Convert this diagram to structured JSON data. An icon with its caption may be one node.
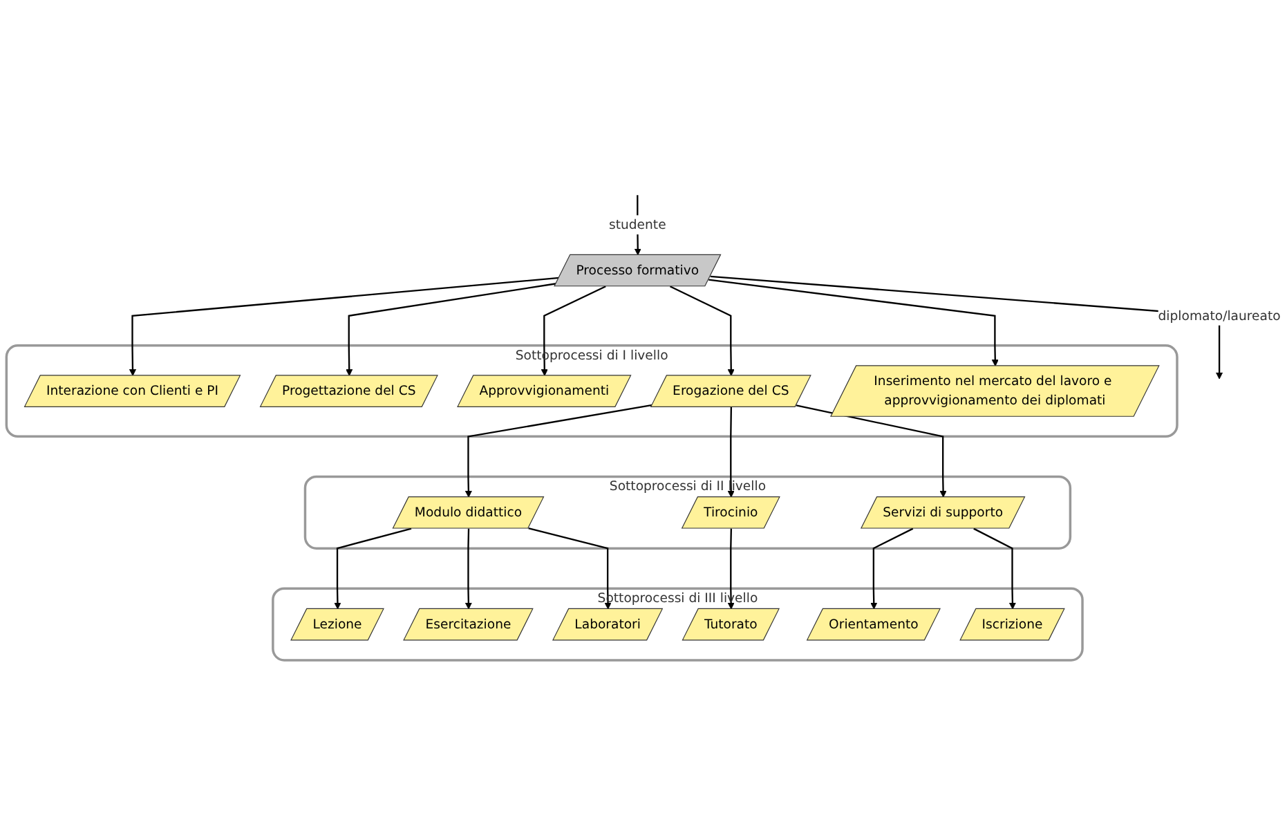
{
  "diagram": {
    "nodes": [
      {
        "text": [
          "Processo formativo"
        ]
      },
      {
        "text": [
          "Sottoprocessi di I livello"
        ]
      },
      {
        "text": [
          "Interazione con Clienti e PI"
        ],
        "in": 1
      },
      {
        "text": [
          "Progettazione del CS"
        ],
        "in": 1
      },
      {
        "text": [
          "Approvvigionamenti"
        ],
        "in": 1
      },
      {
        "text": [
          "Erogazione del CS"
        ],
        "in": 1
      },
      {
        "text": [
          "Inserimento nel mercato del lavoro e approvvigionamento dei diplomati"
        ],
        "in": 1
      },
      {
        "text": [
          "Sottoprocessi di II livello"
        ]
      },
      {
        "text": [
          "Modulo didattico"
        ],
        "in": 7
      },
      {
        "text": [
          "Tirocinio"
        ],
        "in": 7
      },
      {
        "text": [
          "Servizi di supporto"
        ],
        "in": 7
      },
      {
        "text": [
          "Sottoprocessi di III livello"
        ]
      },
      {
        "text": [
          "Lezione"
        ],
        "in": 11
      },
      {
        "text": [
          "Esercitazione"
        ],
        "in": 11
      },
      {
        "text": [
          "Laboratori"
        ],
        "in": 11
      },
      {
        "text": [
          "Tutorato"
        ],
        "in": 11
      },
      {
        "text": [
          "Orientamento"
        ],
        "in": 11
      },
      {
        "text": [
          "Iscrizione"
        ],
        "in": 11
      }
    ],
    "edges": [
      {
        "from": null,
        "to": 0,
        "arrow": "to",
        "label": "studente"
      },
      {
        "from": 0,
        "to": null,
        "arrow": "to",
        "label": "diplomato/laureato"
      },
      {
        "from": 0,
        "to": 2,
        "arrow": "to"
      },
      {
        "from": 0,
        "to": 3,
        "arrow": "to"
      },
      {
        "from": 0,
        "to": 4,
        "arrow": "to"
      },
      {
        "from": 0,
        "to": 5,
        "arrow": "to"
      },
      {
        "from": 0,
        "to": 6,
        "arrow": "to"
      },
      {
        "from": 5,
        "to": 8,
        "arrow": "to"
      },
      {
        "from": 5,
        "to": 9,
        "arrow": "to"
      },
      {
        "from": 5,
        "to": 10,
        "arrow": "to"
      },
      {
        "from": 8,
        "to": 12,
        "arrow": "to"
      },
      {
        "from": 8,
        "to": 13,
        "arrow": "to"
      },
      {
        "from": 8,
        "to": 14,
        "arrow": "to"
      },
      {
        "from": 9,
        "to": 15,
        "arrow": "to"
      },
      {
        "from": 10,
        "to": 16,
        "arrow": "to"
      },
      {
        "from": 10,
        "to": 17,
        "arrow": "to"
      }
    ]
  }
}
